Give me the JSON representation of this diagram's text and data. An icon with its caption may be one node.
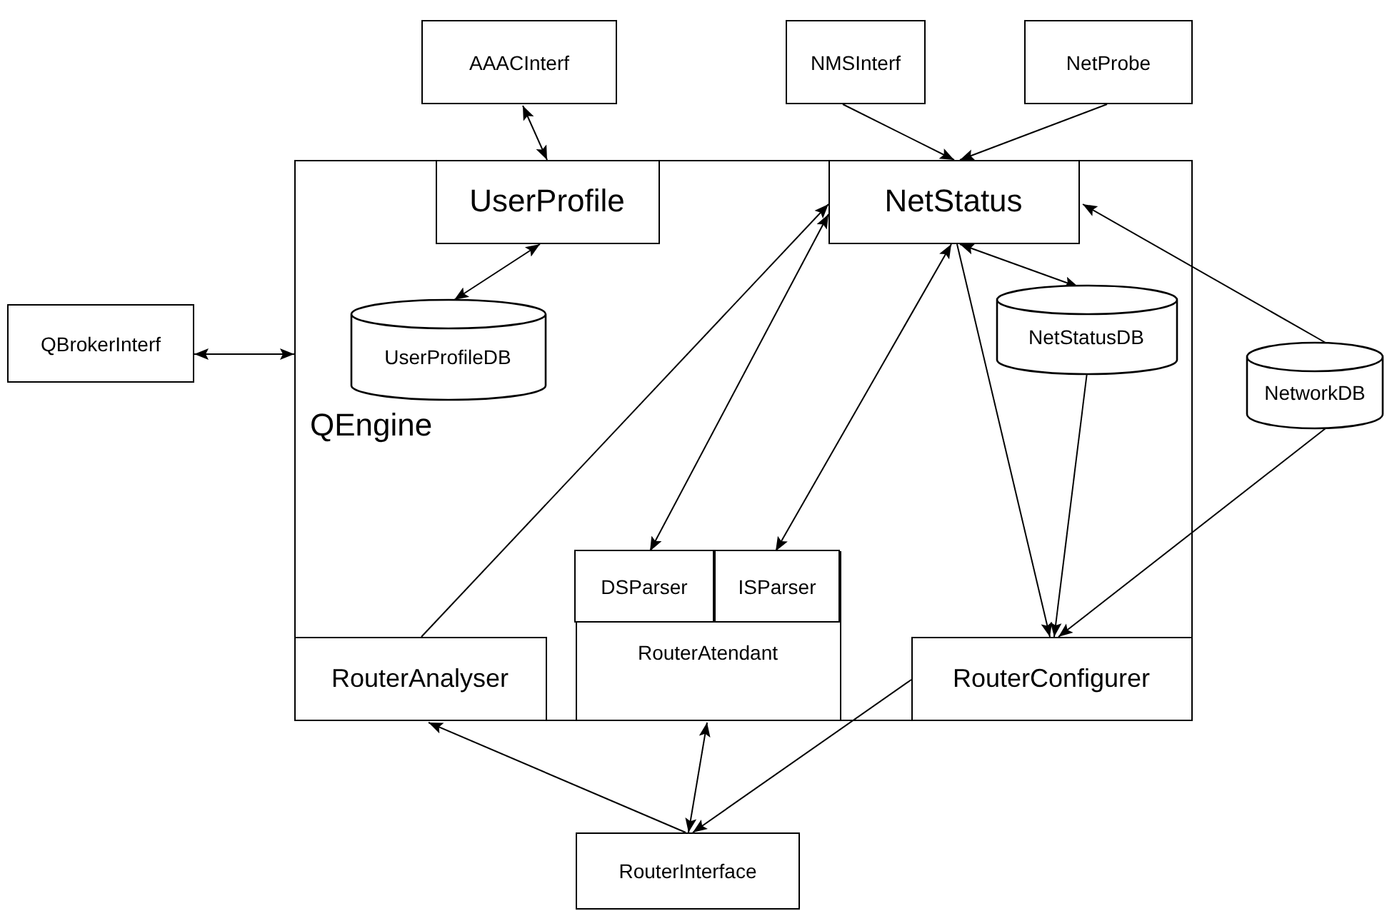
{
  "diagram": {
    "nodes": [
      {
        "text": [
          "QEngine"
        ]
      },
      {
        "text": [
          "AAACInterf"
        ]
      },
      {
        "text": [
          "NMSInterf"
        ]
      },
      {
        "text": [
          "NetProbe"
        ]
      },
      {
        "text": [
          "QBrokerInterf"
        ]
      },
      {
        "text": [
          "UserProfile"
        ],
        "in": 0
      },
      {
        "text": [
          "NetStatus"
        ],
        "in": 0
      },
      {
        "text": [
          "UserProfileDB"
        ],
        "in": 0
      },
      {
        "text": [
          "NetStatusDB"
        ],
        "in": 0
      },
      {
        "text": [
          "NetworkDB"
        ]
      },
      {
        "text": [
          "RouterAnalyser"
        ],
        "in": 0
      },
      {
        "text": [
          "RouterAtendant"
        ],
        "in": 0
      },
      {
        "text": [
          "DSParser"
        ],
        "in": 11
      },
      {
        "text": [
          "ISParser"
        ],
        "in": 11
      },
      {
        "text": [
          "RouterConfigurer"
        ],
        "in": 0
      },
      {
        "text": [
          "RouterInterface"
        ]
      }
    ],
    "edges": [
      {
        "from": 1,
        "to": 5,
        "arrow": "both"
      },
      {
        "from": 4,
        "to": 0,
        "arrow": "both"
      },
      {
        "from": 5,
        "to": 7,
        "arrow": "both"
      },
      {
        "from": 2,
        "to": 6,
        "arrow": "to"
      },
      {
        "from": 3,
        "to": 6,
        "arrow": "to"
      },
      {
        "from": 10,
        "to": 6,
        "arrow": "to"
      },
      {
        "from": 6,
        "to": 12,
        "arrow": "both"
      },
      {
        "from": 6,
        "to": 13,
        "arrow": "both"
      },
      {
        "from": 6,
        "to": 8,
        "arrow": "both"
      },
      {
        "from": 6,
        "to": 14,
        "arrow": "to"
      },
      {
        "from": 8,
        "to": 14,
        "arrow": "to"
      },
      {
        "from": 9,
        "to": 6,
        "arrow": "to"
      },
      {
        "from": 9,
        "to": 14,
        "arrow": "to"
      },
      {
        "from": 15,
        "to": 10,
        "arrow": "to"
      },
      {
        "from": 15,
        "to": 11,
        "arrow": "both"
      },
      {
        "from": 14,
        "to": 15,
        "arrow": "to"
      }
    ]
  }
}
